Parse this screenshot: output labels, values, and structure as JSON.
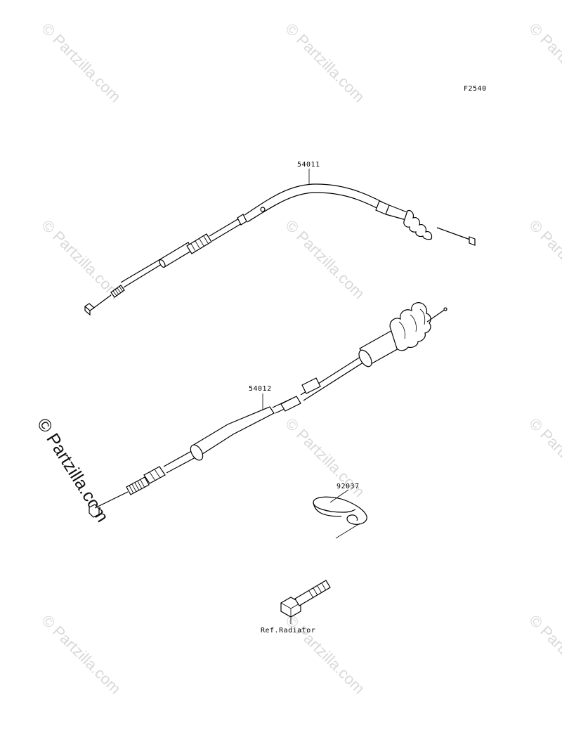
{
  "diagram": {
    "figure_code": "F2540",
    "parts": [
      {
        "number": "54011"
      },
      {
        "number": "54012"
      },
      {
        "number": "92037"
      }
    ],
    "reference_label": "Ref.Radiator"
  },
  "watermark": {
    "text": "© Partzilla.com"
  }
}
